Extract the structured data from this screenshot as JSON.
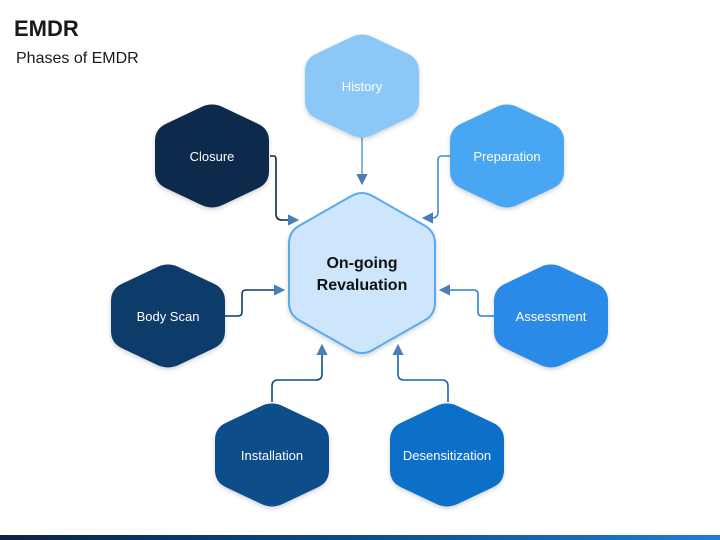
{
  "title": "EMDR",
  "subtitle": "Phases of EMDR",
  "center": {
    "line1": "On-going",
    "line2": "Revaluation"
  },
  "phases": [
    {
      "label": "History",
      "color": "#8cc8f7"
    },
    {
      "label": "Preparation",
      "color": "#4aa6f2"
    },
    {
      "label": "Assessment",
      "color": "#2b8ae8"
    },
    {
      "label": "Desensitization",
      "color": "#0f6fc8"
    },
    {
      "label": "Installation",
      "color": "#0b4d8a"
    },
    {
      "label": "Body Scan",
      "color": "#0b3a6b"
    },
    {
      "label": "Closure",
      "color": "#082a4d"
    }
  ],
  "colors": {
    "center_fill": "#cde6fb",
    "center_stroke": "#5aaaf0",
    "connector": "#4a7fb5"
  }
}
